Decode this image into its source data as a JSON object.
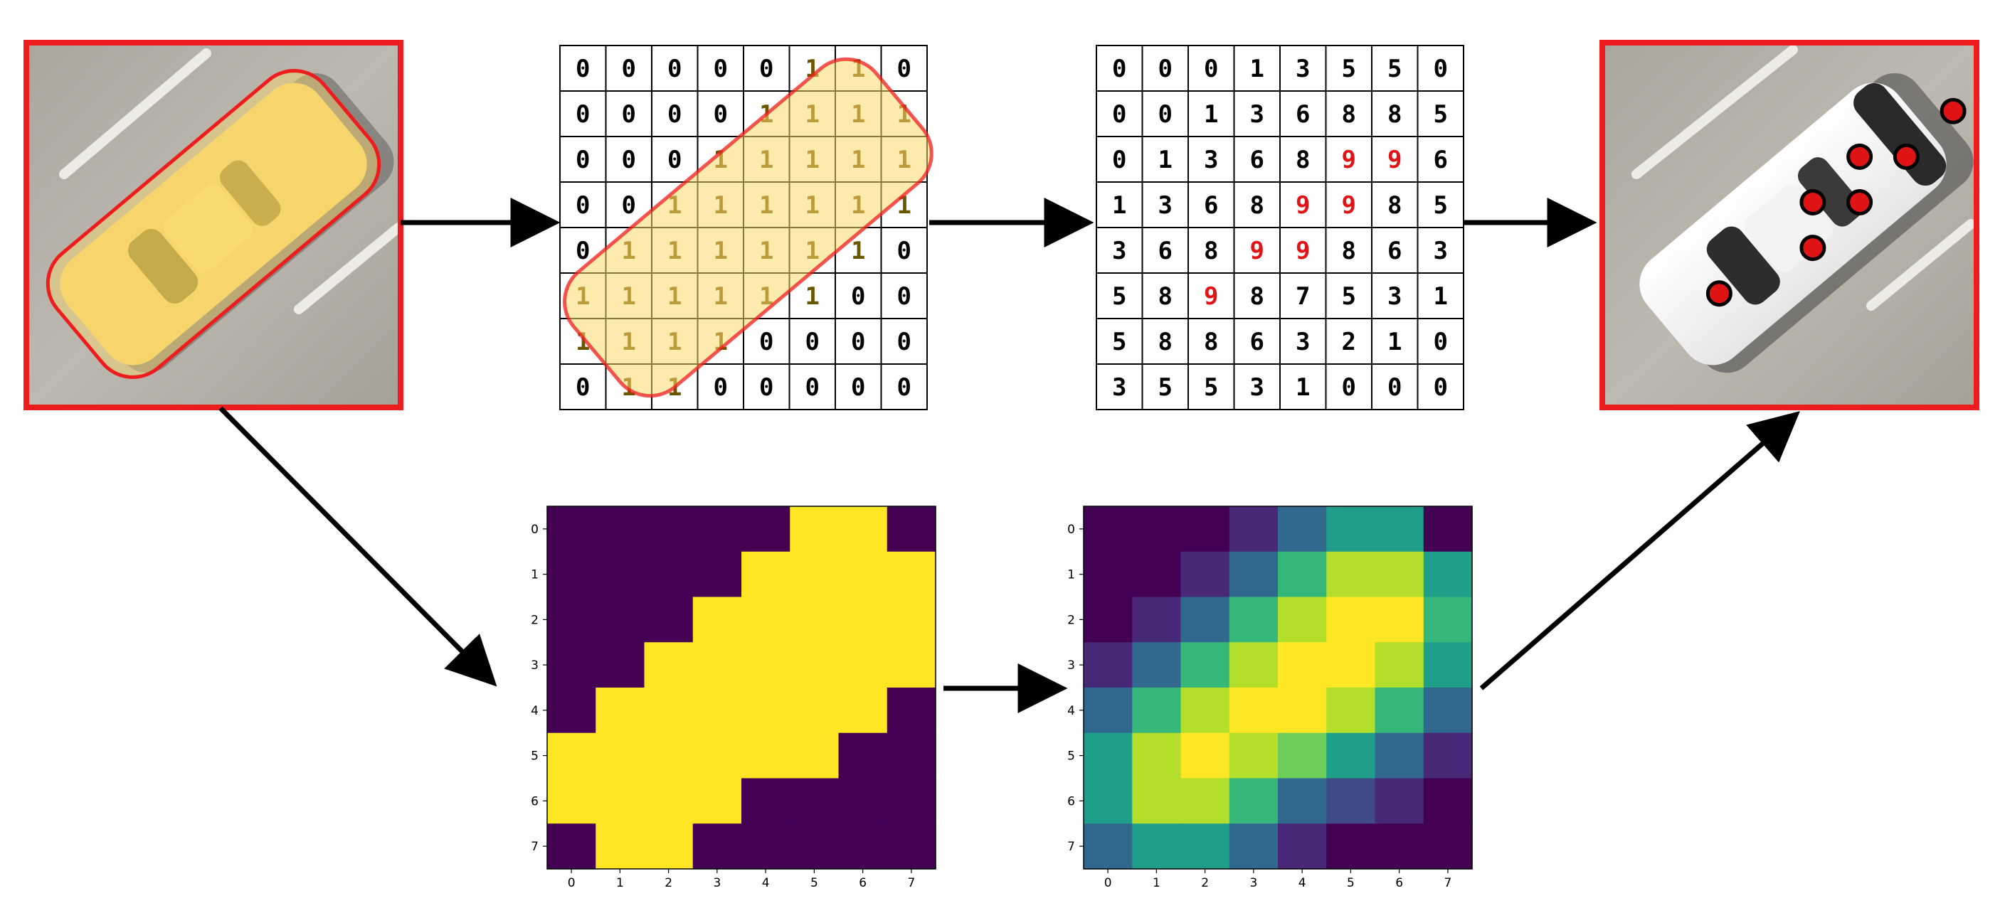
{
  "input_grid": [
    [
      0,
      0,
      0,
      0,
      0,
      1,
      1,
      0
    ],
    [
      0,
      0,
      0,
      0,
      1,
      1,
      1,
      1
    ],
    [
      0,
      0,
      0,
      1,
      1,
      1,
      1,
      1
    ],
    [
      0,
      0,
      1,
      1,
      1,
      1,
      1,
      1
    ],
    [
      0,
      1,
      1,
      1,
      1,
      1,
      1,
      0
    ],
    [
      1,
      1,
      1,
      1,
      1,
      1,
      0,
      0
    ],
    [
      1,
      1,
      1,
      1,
      0,
      0,
      0,
      0
    ],
    [
      0,
      1,
      1,
      0,
      0,
      0,
      0,
      0
    ]
  ],
  "sum_grid": [
    [
      0,
      0,
      0,
      1,
      3,
      5,
      5,
      0
    ],
    [
      0,
      0,
      1,
      3,
      6,
      8,
      8,
      5
    ],
    [
      0,
      1,
      3,
      6,
      8,
      9,
      9,
      6
    ],
    [
      1,
      3,
      6,
      8,
      9,
      9,
      8,
      5
    ],
    [
      3,
      6,
      8,
      9,
      9,
      8,
      6,
      3
    ],
    [
      5,
      8,
      9,
      8,
      7,
      5,
      3,
      1
    ],
    [
      5,
      8,
      8,
      6,
      3,
      2,
      1,
      0
    ],
    [
      3,
      5,
      5,
      3,
      1,
      0,
      0,
      0
    ]
  ],
  "highlight_value": 9,
  "colors": {
    "frame_red": "#ee1c1c",
    "highlight_red": "#e01414",
    "overlay_yellow": "#fbd86a",
    "viridis_min": "#440154",
    "viridis_max": "#fde725"
  },
  "axis_ticks": [
    "0",
    "1",
    "2",
    "3",
    "4",
    "5",
    "6",
    "7"
  ],
  "detected_points": [
    [
      1,
      7
    ],
    [
      2,
      6
    ],
    [
      2,
      5
    ],
    [
      3,
      5
    ],
    [
      3,
      4
    ],
    [
      4,
      4
    ],
    [
      5,
      2
    ]
  ],
  "chart_data": [
    {
      "type": "heatmap",
      "title": "",
      "xlabel": "",
      "ylabel": "",
      "x_ticks": [
        "0",
        "1",
        "2",
        "3",
        "4",
        "5",
        "6",
        "7"
      ],
      "y_ticks": [
        "0",
        "1",
        "2",
        "3",
        "4",
        "5",
        "6",
        "7"
      ],
      "vmin": 0,
      "vmax": 1,
      "colormap": "viridis",
      "values_ref": "input_grid"
    },
    {
      "type": "heatmap",
      "title": "",
      "xlabel": "",
      "ylabel": "",
      "x_ticks": [
        "0",
        "1",
        "2",
        "3",
        "4",
        "5",
        "6",
        "7"
      ],
      "y_ticks": [
        "0",
        "1",
        "2",
        "3",
        "4",
        "5",
        "6",
        "7"
      ],
      "vmin": 0,
      "vmax": 9,
      "colormap": "viridis",
      "values_ref": "sum_grid"
    }
  ]
}
